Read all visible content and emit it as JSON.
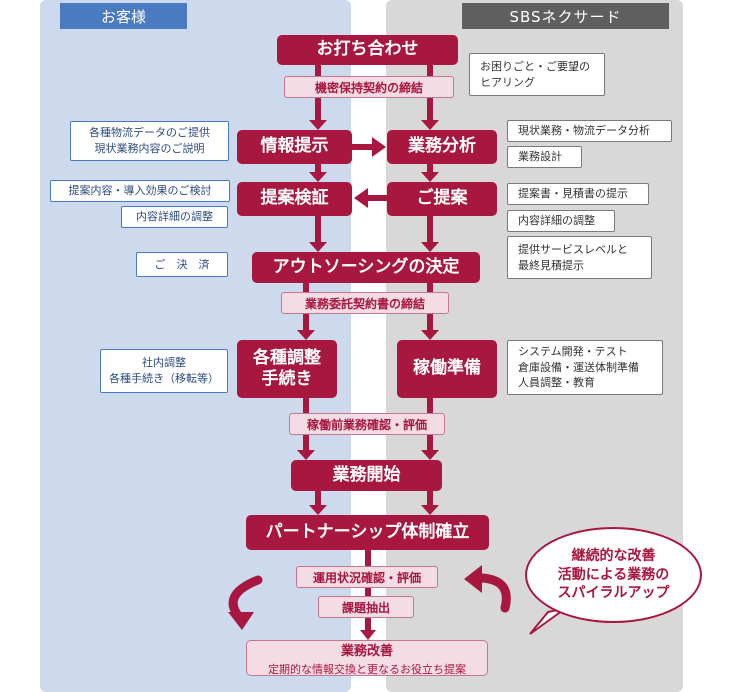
{
  "columns": {
    "left_header": "お客様",
    "right_header": "SBSネクサード"
  },
  "steps": {
    "inquiry": "お打ち合わせ",
    "nda": "機密保持契約の締結",
    "info": "情報提示",
    "analysis": "業務分析",
    "review": "提案検証",
    "proposal": "ご提案",
    "decision": "アウトソーシングの決定",
    "contract": "業務委託契約書の締結",
    "adjust": [
      "各種調整",
      "手続き"
    ],
    "prep": "稼働準備",
    "precheck": "稼働前業務確認・評価",
    "start": "業務開始",
    "partnership": "パートナーシップ体制確立",
    "ops_check": "運用状況確認・評価",
    "issues": "課題抽出",
    "improve_title": "業務改善",
    "improve_sub": "定期的な情報交換と更なるお役立ち提案"
  },
  "notes_left": {
    "info": [
      "各種物流データのご提供",
      "現状業務内容のご説明"
    ],
    "review": "提案内容・導入効果のご検討",
    "review_detail": "内容詳細の調整",
    "decision": "ご　決　済",
    "adjust": [
      "社内調整",
      "各種手続き（移転等）"
    ]
  },
  "notes_right": {
    "inquiry": [
      "お困りごと・ご要望の",
      "ヒアリング"
    ],
    "analysis": "現状業務・物流データ分析",
    "design": "業務設計",
    "proposal": "提案書・見積書の提示",
    "proposal_detail": "内容詳細の調整",
    "service": [
      "提供サービスレベルと",
      "最終見積提示"
    ],
    "prep": [
      "システム開発・テスト",
      "倉庫設備・運送体制準備",
      "人員調整・教育"
    ]
  },
  "bubble": [
    "継続的な改善",
    "活動による業務の",
    "スパイラルアップ"
  ],
  "colors": {
    "primary": "#a8173f",
    "pink": "#f4dce4",
    "customer": "#4a7ac0",
    "provider": "#5f5f5f"
  }
}
